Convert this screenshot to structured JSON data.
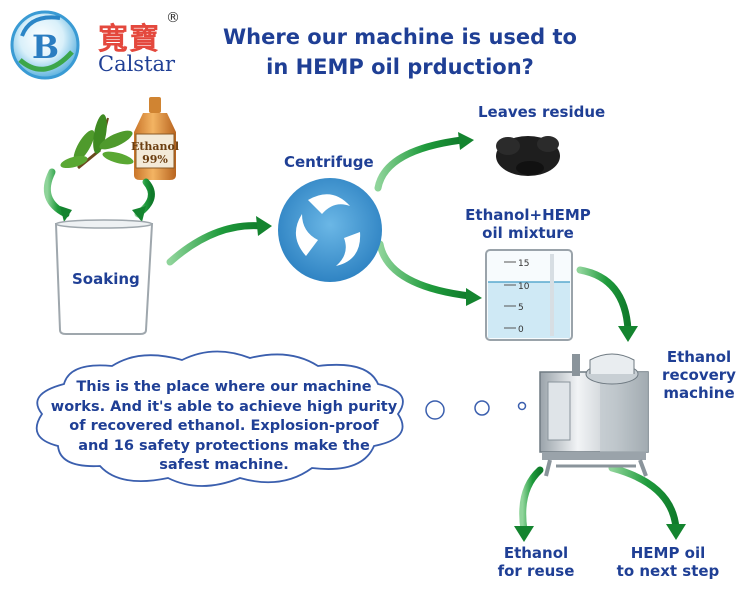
{
  "brand": {
    "chinese_name": "寬寶",
    "registered_mark": "®",
    "english_name": "Calstar"
  },
  "title": {
    "line1": "Where our machine is used to",
    "line2": "in HEMP oil prduction?"
  },
  "ethanol_bottle": {
    "label_line1": "Ethanol",
    "label_line2": "99%"
  },
  "steps": {
    "soaking": "Soaking",
    "centrifuge": "Centrifuge",
    "leaves_residue": "Leaves residue",
    "mixture_line1": "Ethanol+HEMP",
    "mixture_line2": "oil mixture",
    "recovery_line1": "Ethanol",
    "recovery_line2": "recovery",
    "recovery_line3": "machine",
    "reuse_line1": "Ethanol",
    "reuse_line2": "for reuse",
    "oil_line1": "HEMP oil",
    "oil_line2": "to next step"
  },
  "beaker_scale": [
    "15",
    "10",
    "5",
    "0"
  ],
  "cloud": {
    "line1": "This is the place where our machine",
    "line2": "works. And it's able to achieve high purity",
    "line3": "of recovered ethanol. Explosion-proof",
    "line4": "and 16 safety protections make the",
    "line5": "safest machine."
  },
  "colors": {
    "title": "#1f3f95",
    "brand_red": "#e4483d",
    "arrow_green": "#22a243",
    "centrifuge_blue": "#3b91cc",
    "liquid": "#cfe9f5"
  }
}
